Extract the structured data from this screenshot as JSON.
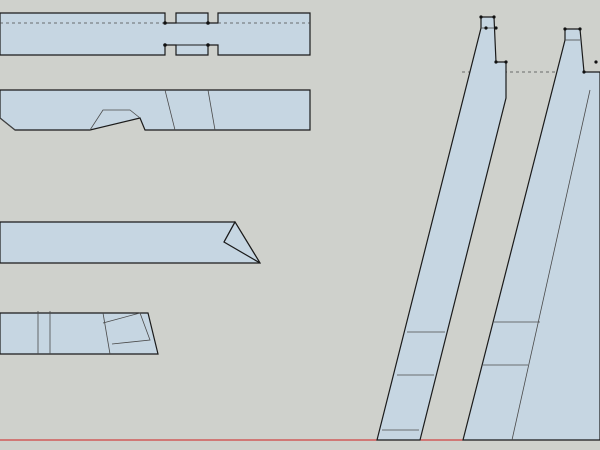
{
  "app": {
    "type": "3d-modeling-viewport"
  },
  "colors": {
    "background": "#cfd1cc",
    "face_fill": "#c6d6e2",
    "edge": "#1b1b1b",
    "inner_edge": "#444444",
    "ground_axis": "#d02020",
    "guide_line": "#555555"
  },
  "scene": {
    "objects": [
      "notched-beam",
      "tapered-beam",
      "wedge-beam",
      "short-beam",
      "inclined-post-left",
      "inclined-post-right"
    ]
  }
}
